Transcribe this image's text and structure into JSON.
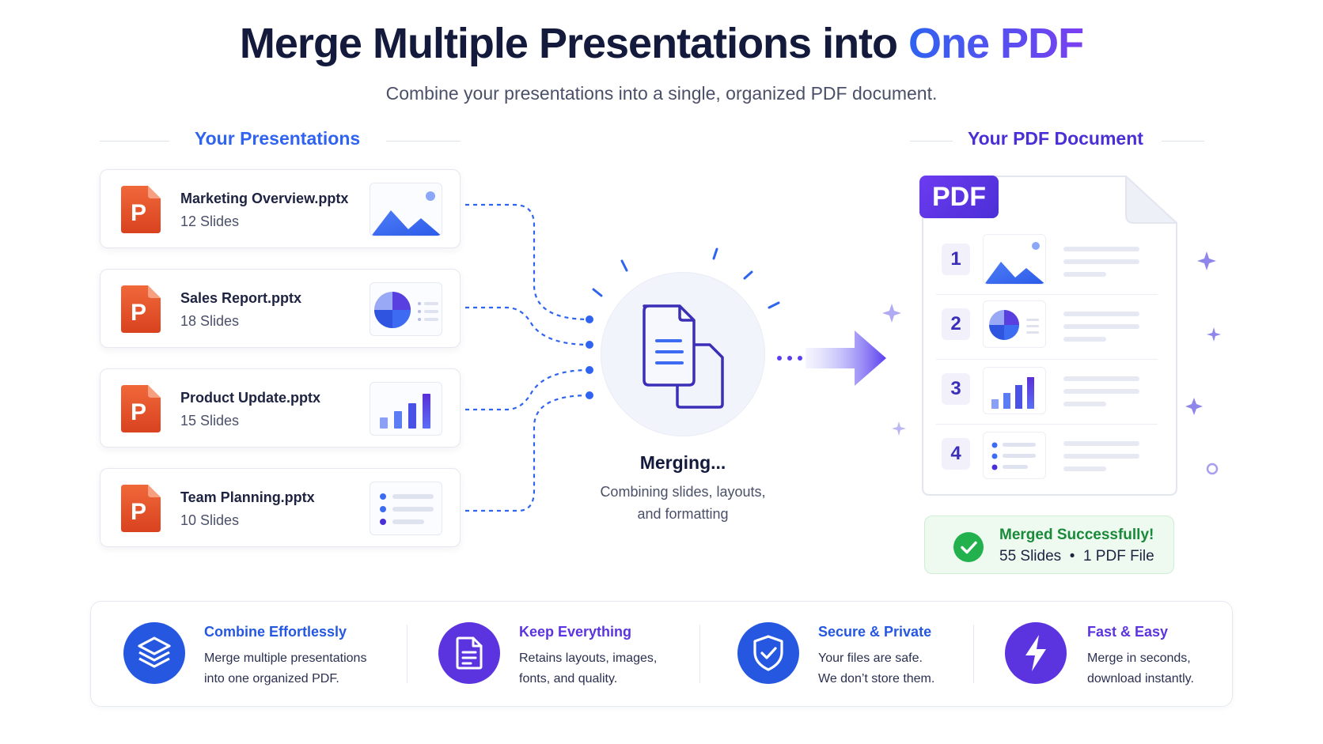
{
  "header": {
    "title_main": "Merge Multiple Presentations into ",
    "title_accent": "One PDF",
    "subtitle": "Combine your presentations into a single, organized PDF document."
  },
  "left_section": {
    "heading": "Your Presentations",
    "presentations": [
      {
        "name": "Marketing Overview.pptx",
        "slides": "12 Slides",
        "thumb": "image-thumbnail-icon"
      },
      {
        "name": "Sales Report.pptx",
        "slides": "18 Slides",
        "thumb": "pie-chart-thumbnail-icon"
      },
      {
        "name": "Product Update.pptx",
        "slides": "15 Slides",
        "thumb": "bar-chart-thumbnail-icon"
      },
      {
        "name": "Team Planning.pptx",
        "slides": "10 Slides",
        "thumb": "list-thumbnail-icon"
      }
    ],
    "file_icon_letter": "P"
  },
  "center": {
    "title": "Merging...",
    "description_line1": "Combining slides, layouts,",
    "description_line2": "and formatting"
  },
  "right_section": {
    "heading": "Your PDF Document",
    "badge": "PDF",
    "pages": [
      "1",
      "2",
      "3",
      "4"
    ],
    "success_title": "Merged Successfully!",
    "success_slides": "55 Slides",
    "success_bullet": "•",
    "success_files": "1 PDF File"
  },
  "features": [
    {
      "title": "Combine Effortlessly",
      "line1": "Merge multiple presentations",
      "line2": "into one organized PDF.",
      "icon": "layers-icon"
    },
    {
      "title": "Keep Everything",
      "line1": "Retains layouts, images,",
      "line2": "fonts, and quality.",
      "icon": "document-icon"
    },
    {
      "title": "Secure & Private",
      "line1": "Your files are safe.",
      "line2": "We don’t store them.",
      "icon": "shield-check-icon"
    },
    {
      "title": "Fast & Easy",
      "line1": "Merge in seconds,",
      "line2": "download instantly.",
      "icon": "lightning-icon"
    }
  ],
  "colors": {
    "blue": "#2f63f0",
    "purple": "#6d3bf0",
    "powerpoint": "#e8532b",
    "success": "#22b14c"
  }
}
